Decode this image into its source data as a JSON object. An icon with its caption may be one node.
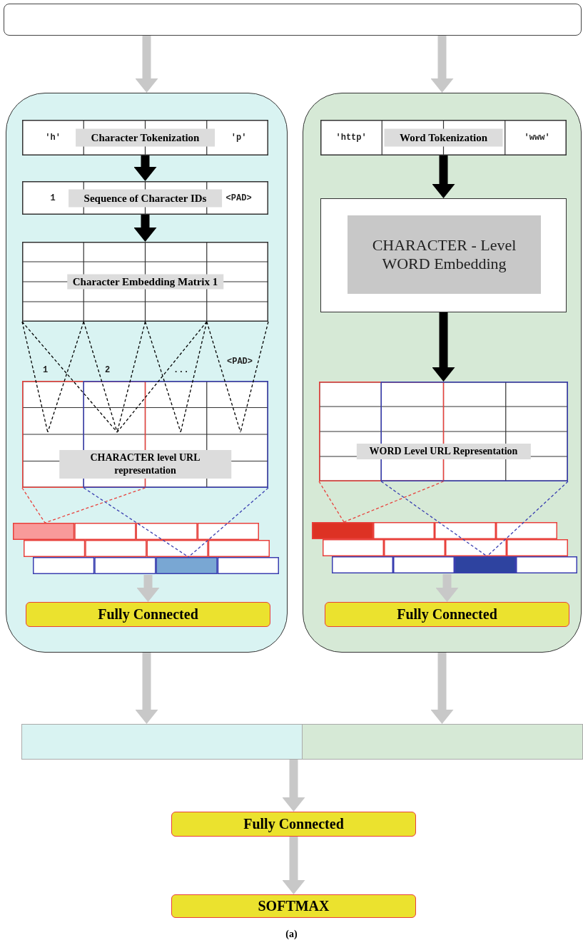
{
  "diagram": {
    "caption": "(a)",
    "nodes": [
      {
        "text": [],
        "shape": "box"
      },
      {
        "text": [],
        "shape": "box"
      },
      {
        "text": [
          "'h'",
          "Character Tokenization",
          "'p'"
        ],
        "in": 1
      },
      {
        "text": [
          "1",
          "Sequence of Character IDs",
          "<PAD>"
        ],
        "in": 1
      },
      {
        "text": [
          "Character Embedding Matrix 1"
        ],
        "in": 1
      },
      {
        "text": [
          "CHARACTER level URL representation"
        ],
        "in": 1
      },
      {
        "text": [],
        "shape": "box",
        "in": 1
      },
      {
        "text": [
          "Fully Connected"
        ],
        "in": 1
      },
      {
        "text": [],
        "shape": "box"
      },
      {
        "text": [
          "'http'",
          "Word Tokenization",
          "'www'"
        ],
        "in": 8
      },
      {
        "text": [
          "CHARACTER - Level WORD Embedding"
        ],
        "in": 8
      },
      {
        "text": [
          "WORD Level URL Representation"
        ],
        "in": 8
      },
      {
        "text": [],
        "shape": "box",
        "in": 8
      },
      {
        "text": [
          "Fully Connected"
        ],
        "in": 8
      },
      {
        "text": [],
        "shape": "bar"
      },
      {
        "text": [
          "Fully Connected"
        ]
      },
      {
        "text": [
          "SOFTMAX"
        ]
      }
    ],
    "edges": [
      {
        "from": 0,
        "to": 1,
        "arrow": "to"
      },
      {
        "from": 0,
        "to": 8,
        "arrow": "to"
      },
      {
        "from": 2,
        "to": 3,
        "arrow": "to",
        "color": "#000000"
      },
      {
        "from": 3,
        "to": 4,
        "arrow": "to",
        "color": "#000000"
      },
      {
        "from": 4,
        "to": 5,
        "arrow": "none",
        "style": "dashed",
        "color": "#000000"
      },
      {
        "from": 5,
        "to": 6,
        "arrow": "none",
        "style": "dashed",
        "color": "#e8413c"
      },
      {
        "from": 5,
        "to": 6,
        "arrow": "none",
        "style": "dashed",
        "color": "#3a3fb0"
      },
      {
        "from": 6,
        "to": 7,
        "arrow": "to"
      },
      {
        "from": 9,
        "to": 10,
        "arrow": "to",
        "color": "#000000"
      },
      {
        "from": 10,
        "to": 11,
        "arrow": "to",
        "color": "#000000"
      },
      {
        "from": 11,
        "to": 12,
        "arrow": "none",
        "style": "dashed",
        "color": "#e8413c"
      },
      {
        "from": 11,
        "to": 12,
        "arrow": "none",
        "style": "dashed",
        "color": "#3a3fb0"
      },
      {
        "from": 12,
        "to": 13,
        "arrow": "to"
      },
      {
        "from": 1,
        "to": 14,
        "arrow": "to"
      },
      {
        "from": 8,
        "to": 14,
        "arrow": "to"
      },
      {
        "from": 14,
        "to": 15,
        "arrow": "to"
      },
      {
        "from": 15,
        "to": 16,
        "arrow": "to"
      }
    ],
    "labels": [
      "1",
      "2",
      "...",
      "<PAD>"
    ]
  }
}
